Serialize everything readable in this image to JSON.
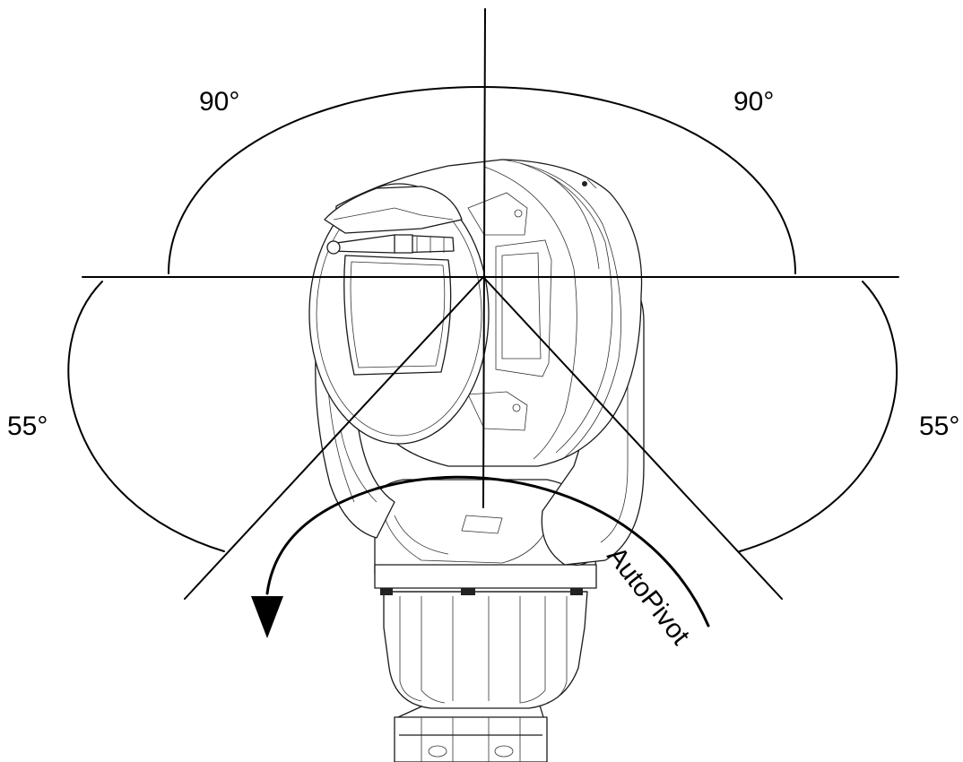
{
  "diagram": {
    "labels": {
      "tilt_up_left": "90°",
      "tilt_up_right": "90°",
      "tilt_down_left": "55°",
      "tilt_down_right": "55°",
      "autopivot": "AutoPivot"
    },
    "colors": {
      "ink": "#000000",
      "background": "#ffffff"
    }
  }
}
